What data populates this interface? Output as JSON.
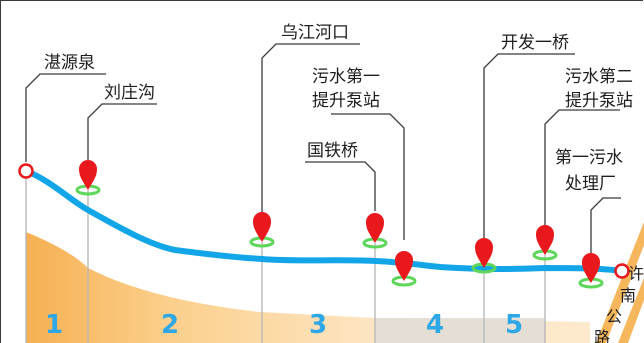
{
  "labels": {
    "source": "湛源泉",
    "liuzhuang": "刘庄沟",
    "wujiang": "乌江河口",
    "station1_l1": "污水第一",
    "station1_l2": "提升泵站",
    "guotie": "国铁桥",
    "kaifa": "开发一桥",
    "station2_l1": "污水第二",
    "station2_l2": "提升泵站",
    "plant_l1": "第一污水",
    "plant_l2": "处理厂"
  },
  "segments": [
    "1",
    "2",
    "3",
    "4",
    "5"
  ],
  "road": [
    "许",
    "南",
    "公",
    "路"
  ],
  "colors": {
    "river": "#12a6e8",
    "marker": "#e8181c",
    "marker_ring": "#5dd65a",
    "segment_text": "#2ea7e6",
    "terrain_main": "#f7b85a",
    "terrain_light": "#fde9c9",
    "terrain_grey": "#dcdcdc",
    "road_stripe": "#f5b65c"
  }
}
